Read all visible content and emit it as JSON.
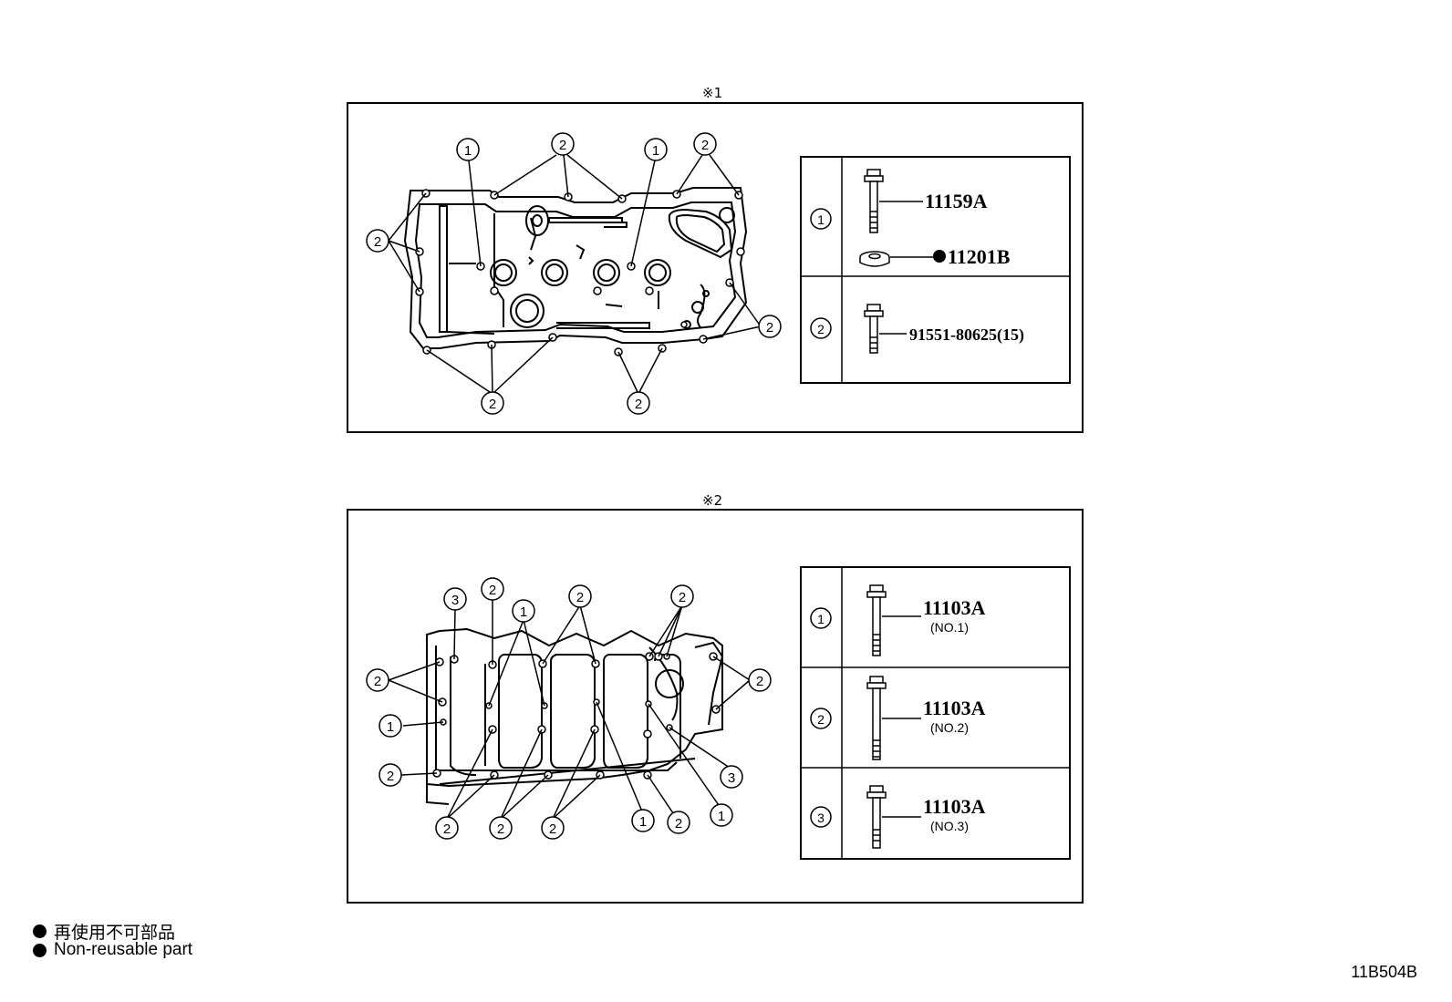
{
  "panel1": {
    "label": "※1",
    "callouts": [
      "1",
      "2",
      "1",
      "2",
      "2",
      "2",
      "2",
      "2"
    ],
    "table": [
      {
        "index": "1",
        "parts": [
          {
            "number": "11159A",
            "non_reusable": false
          },
          {
            "number": "11201B",
            "non_reusable": true
          }
        ]
      },
      {
        "index": "2",
        "parts": [
          {
            "number": "91551-80625(15)",
            "non_reusable": false
          }
        ]
      }
    ]
  },
  "panel2": {
    "label": "※2",
    "callouts": [
      "3",
      "2",
      "1",
      "2",
      "2",
      "2",
      "1",
      "2",
      "2",
      "2",
      "2",
      "2",
      "1",
      "2",
      "3",
      "1"
    ],
    "table": [
      {
        "index": "1",
        "number": "11103A",
        "sub": "(NO.1)"
      },
      {
        "index": "2",
        "number": "11103A",
        "sub": "(NO.2)"
      },
      {
        "index": "3",
        "number": "11103A",
        "sub": "(NO.3)"
      }
    ]
  },
  "legend": {
    "japanese": "再使用不可部品",
    "english": "Non-reusable part"
  },
  "diagram_code": "11B504B"
}
